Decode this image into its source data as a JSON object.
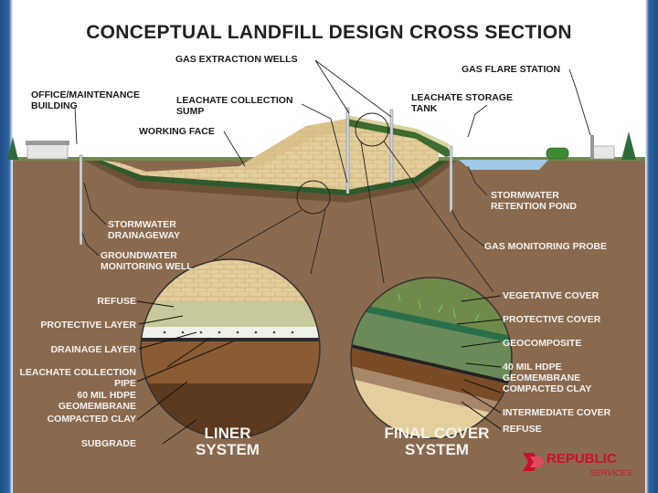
{
  "title": "CONCEPTUAL LANDFILL DESIGN CROSS SECTION",
  "labels": {
    "gas_extraction_wells": "GAS EXTRACTION WELLS",
    "gas_flare_station": "GAS FLARE STATION",
    "office_maintenance_1": "OFFICE/MAINTENANCE",
    "office_maintenance_2": "BUILDING",
    "leachate_collection_sump_1": "LEACHATE COLLECTION",
    "leachate_collection_sump_2": "SUMP",
    "leachate_storage_tank_1": "LEACHATE STORAGE",
    "leachate_storage_tank_2": "TANK",
    "working_face": "WORKING FACE",
    "stormwater_retention_pond_1": "STORMWATER",
    "stormwater_retention_pond_2": "RETENTION POND",
    "stormwater_drainageway_1": "STORMWATER",
    "stormwater_drainageway_2": "DRAINAGEWAY",
    "gas_monitoring_probe": "GAS MONITORING PROBE",
    "groundwater_monitoring_well_1": "GROUNDWATER",
    "groundwater_monitoring_well_2": "MONITORING WELL"
  },
  "liner": {
    "title_1": "LINER",
    "title_2": "SYSTEM",
    "refuse": "REFUSE",
    "protective_layer": "PROTECTIVE LAYER",
    "drainage_layer": "DRAINAGE LAYER",
    "leachate_pipe_1": "LEACHATE COLLECTION",
    "leachate_pipe_2": "PIPE",
    "hdpe_1": "60 MIL HDPE",
    "hdpe_2": "GEOMEMBRANE",
    "compacted_clay": "COMPACTED CLAY",
    "subgrade": "SUBGRADE"
  },
  "cover": {
    "title_1": "FINAL COVER",
    "title_2": "SYSTEM",
    "vegetative_cover": "VEGETATIVE COVER",
    "protective_cover": "PROTECTIVE COVER",
    "geocomposite": "GEOCOMPOSITE",
    "hdpe_1": "40 MIL HDPE",
    "hdpe_2": "GEOMEMBRANE",
    "compacted_clay": "COMPACTED CLAY",
    "intermediate_cover": "INTERMEDIATE COVER",
    "refuse": "REFUSE"
  },
  "logo": {
    "name": "REPUBLIC",
    "sub": "SERVICES"
  }
}
